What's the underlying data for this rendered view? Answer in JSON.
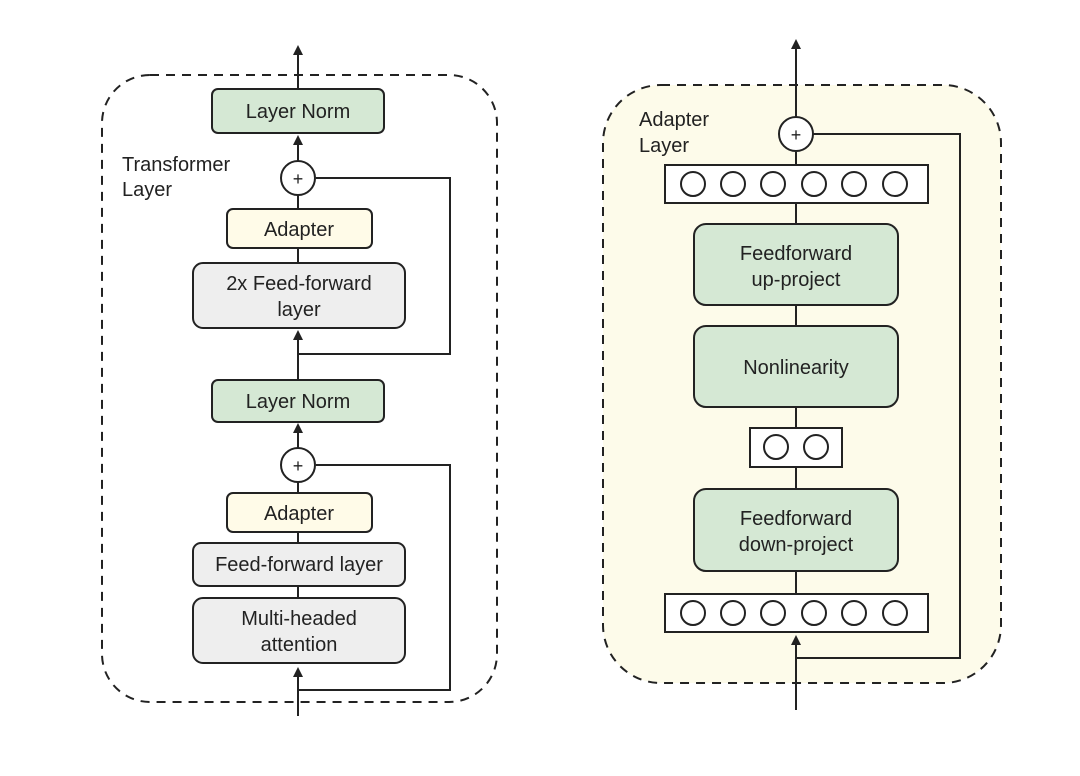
{
  "transformer": {
    "title_line1": "Transformer",
    "title_line2": "Layer",
    "layer_norm_top": "Layer Norm",
    "plus_top": "+",
    "adapter_top": "Adapter",
    "ff2x_line1": "2x Feed-forward",
    "ff2x_line2": "layer",
    "layer_norm_mid": "Layer Norm",
    "plus_bottom": "+",
    "adapter_bottom": "Adapter",
    "ff_layer": "Feed-forward layer",
    "mha_line1": "Multi-headed",
    "mha_line2": "attention"
  },
  "adapter": {
    "title_line1": "Adapter",
    "title_line2": "Layer",
    "plus": "+",
    "up_line1": "Feedforward",
    "up_line2": "up-project",
    "nonlinearity": "Nonlinearity",
    "down_line1": "Feedforward",
    "down_line2": "down-project",
    "top_units": 6,
    "middle_units": 2,
    "bottom_units": 6
  },
  "colors": {
    "green": "#d5e8d4",
    "yellow": "#fffbe8",
    "gray": "#eeeeee",
    "panel_bg": "#fdfbea"
  }
}
